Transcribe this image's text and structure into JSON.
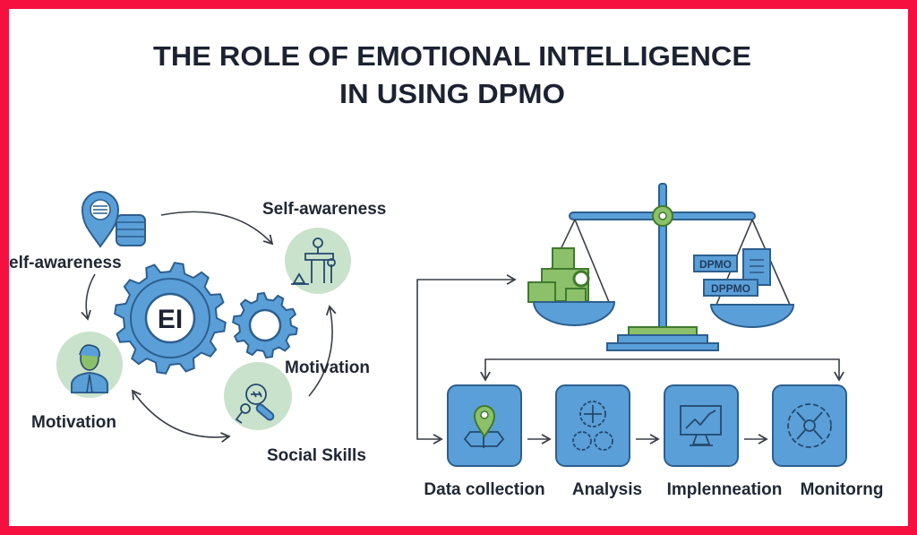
{
  "title": {
    "line1": "THE ROLE OF EMOTIONAL INTELLIGENCE",
    "line2": "IN USING DPMO"
  },
  "ei_cycle": {
    "center_label": "EI",
    "labels": {
      "top_left": "elf-awareness",
      "top_right": "Self-awareness",
      "left": "Motivation",
      "right": "Motivation",
      "bottom_right": "Social Skills"
    },
    "icons": [
      "location-database-icon",
      "gear-icon",
      "self-awareness-icon",
      "person-icon",
      "social-skills-icon"
    ]
  },
  "scale": {
    "right_pan_tags": [
      "DPMO",
      "DPPMO"
    ]
  },
  "process": {
    "steps": [
      {
        "label": "Data collection",
        "icon": "map-pin-icon"
      },
      {
        "label": "Analysis",
        "icon": "gears-icon"
      },
      {
        "label": "Implenneation",
        "icon": "monitor-chart-icon"
      },
      {
        "label": "Monitorng",
        "icon": "network-gear-icon"
      }
    ]
  },
  "colors": {
    "border": "#f5103f",
    "blue": "#5b9fd8",
    "green": "#8cc06a",
    "circle": "#c9e2cb",
    "text": "#1f2733"
  }
}
